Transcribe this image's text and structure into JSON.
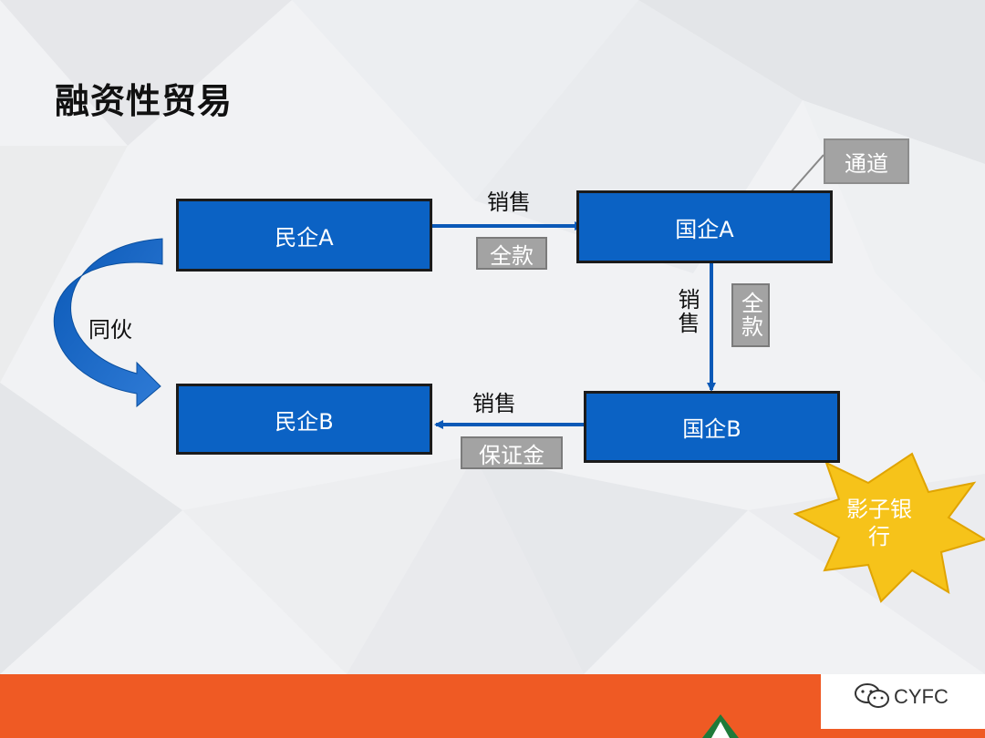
{
  "title": "融资性贸易",
  "nodes": {
    "minqi_a": "民企A",
    "guoqi_a": "国企A",
    "minqi_b": "民企B",
    "guoqi_b": "国企B"
  },
  "labels": {
    "sale_top": "销售",
    "full_payment_top": "全款",
    "sale_right": "销售",
    "full_payment_right": "全款",
    "sale_bottom": "销售",
    "deposit_bottom": "保证金",
    "same_group": "同伙",
    "channel": "通道",
    "shadow_bank": "影子银行"
  },
  "footer": {
    "brand": "CYFC"
  },
  "colors": {
    "node_blue": "#0b62c4",
    "arrow_blue": "#0b59b7",
    "tag_gray": "#a3a3a3",
    "starburst": "#f6c31a",
    "footer_orange": "#ef5a24"
  }
}
